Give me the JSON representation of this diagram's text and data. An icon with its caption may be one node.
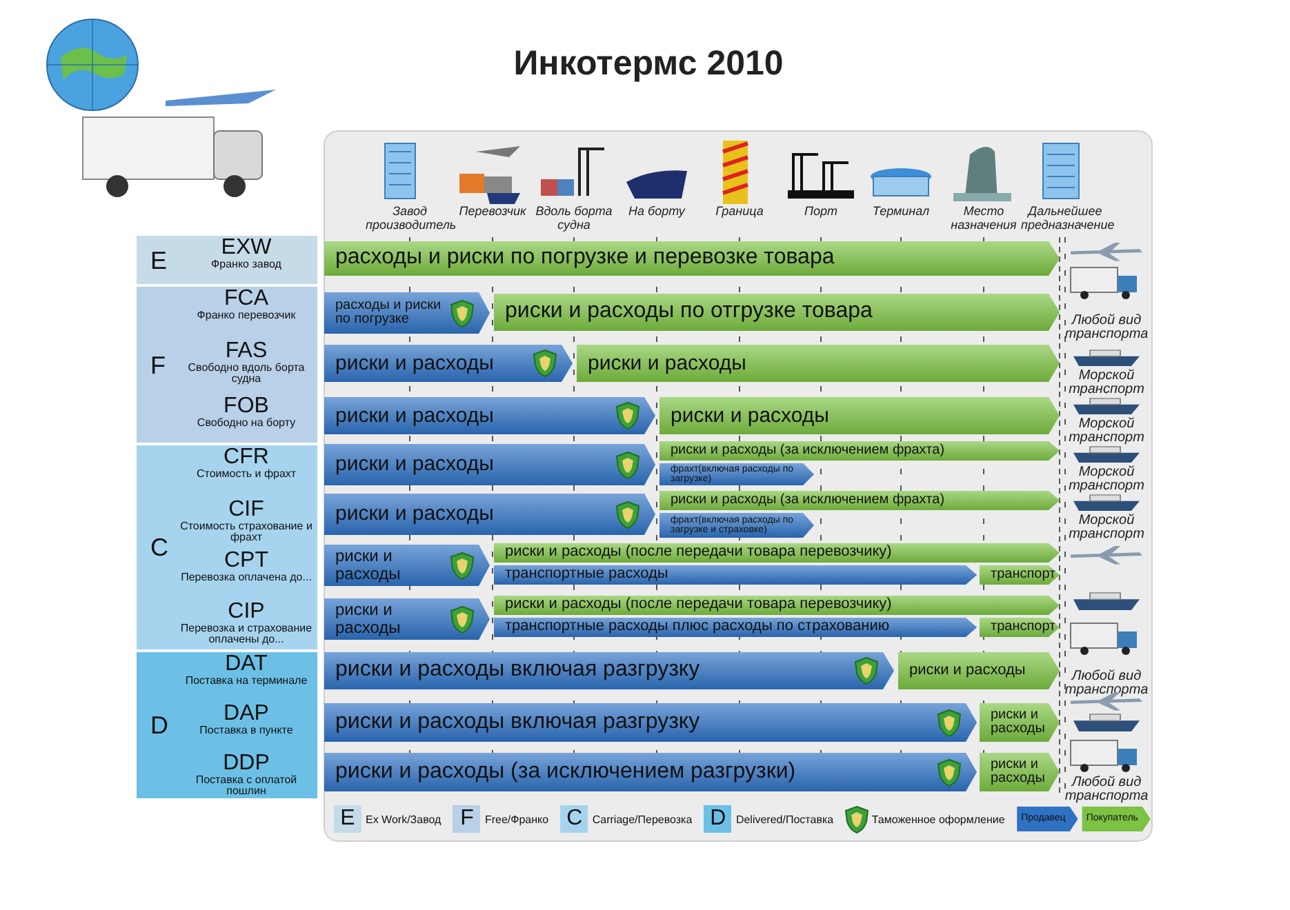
{
  "diagram": {
    "title": "Инкотермс 2010",
    "nodes": [
      {
        "text": [
          "E"
        ]
      },
      {
        "text": [
          "EXW",
          "Франко завод"
        ],
        "in": 0
      },
      {
        "text": [
          "F"
        ]
      },
      {
        "text": [
          "FCA",
          "Франко перевозчик"
        ],
        "in": 2
      },
      {
        "text": [
          "FAS",
          "Свободно вдоль борта судна"
        ],
        "in": 2
      },
      {
        "text": [
          "FOB",
          "Свободно на борту"
        ],
        "in": 2
      },
      {
        "text": [
          "C"
        ]
      },
      {
        "text": [
          "CFR",
          "Стоимость и фрахт"
        ],
        "in": 6
      },
      {
        "text": [
          "CIF",
          "Стоимость страхование и фрахт"
        ],
        "in": 6
      },
      {
        "text": [
          "CPT",
          "Перевозка оплачена до..."
        ],
        "in": 6
      },
      {
        "text": [
          "CIP",
          "Перевозка и страхование оплачены до..."
        ],
        "in": 6
      },
      {
        "text": [
          "D"
        ]
      },
      {
        "text": [
          "DAT",
          "Поставка на терминале"
        ],
        "in": 11
      },
      {
        "text": [
          "DAP",
          "Поставка в пункте"
        ],
        "in": 11
      },
      {
        "text": [
          "DDP",
          "Поставка с оплатой пошлин"
        ],
        "in": 11
      },
      {
        "text": [
          "расходы и риски по погрузке и перевозке товара"
        ]
      },
      {
        "text": [
          "расходы и риски по погрузке"
        ]
      },
      {
        "text": [],
        "shape": "shield",
        "in": 16
      },
      {
        "text": [
          "риски и расходы по отгрузке товара"
        ]
      },
      {
        "text": [
          "риски и расходы"
        ]
      },
      {
        "text": [],
        "shape": "shield",
        "in": 19
      },
      {
        "text": [
          "риски и расходы"
        ]
      },
      {
        "text": [
          "риски и расходы"
        ]
      },
      {
        "text": [],
        "shape": "shield",
        "in": 22
      },
      {
        "text": [
          "риски и расходы"
        ]
      },
      {
        "text": [
          "риски и расходы"
        ]
      },
      {
        "text": [],
        "shape": "shield",
        "in": 25
      },
      {
        "text": [
          "риски и расходы (за исключением фрахта)"
        ]
      },
      {
        "text": [
          "фрахт(включая расходы по загрузке)"
        ]
      },
      {
        "text": [
          "риски и расходы"
        ]
      },
      {
        "text": [],
        "shape": "shield",
        "in": 29
      },
      {
        "text": [
          "риски и расходы (за исключением фрахта)"
        ]
      },
      {
        "text": [
          "фрахт(включая расходы по загрузке и страховке)"
        ]
      },
      {
        "text": [
          "риски и расходы"
        ]
      },
      {
        "text": [],
        "shape": "shield",
        "in": 33
      },
      {
        "text": [
          "риски и расходы (после передачи товара перевозчику)"
        ]
      },
      {
        "text": [
          "транспортные расходы"
        ]
      },
      {
        "text": [
          "транспорт"
        ]
      },
      {
        "text": [
          "риски и расходы"
        ]
      },
      {
        "text": [],
        "shape": "shield",
        "in": 38
      },
      {
        "text": [
          "риски и расходы (после передачи товара перевозчику)"
        ]
      },
      {
        "text": [
          "транспортные расходы плюс расходы по страхованию"
        ]
      },
      {
        "text": [
          "транспорт"
        ]
      },
      {
        "text": [
          "риски и расходы включая разгрузку"
        ]
      },
      {
        "text": [],
        "shape": "shield",
        "in": 43
      },
      {
        "text": [
          "риски и расходы"
        ]
      },
      {
        "text": [
          "риски и расходы включая разгрузку"
        ]
      },
      {
        "text": [],
        "shape": "shield",
        "in": 46
      },
      {
        "text": [
          "риски и расходы"
        ]
      },
      {
        "text": [
          "риски и расходы (за исключением разгрузки)"
        ]
      },
      {
        "text": [],
        "shape": "shield",
        "in": 49
      },
      {
        "text": [
          "риски и расходы"
        ]
      }
    ],
    "labels": [
      "Завод производитель",
      "Перевозчик",
      "Вдоль борта судна",
      "На борту",
      "Граница",
      "Порт",
      "Терминал",
      "Место назначения",
      "Дальнейшее предназначение",
      "Любой вид транспорта",
      "Морской транспорт",
      "Морской транспорт",
      "Морской транспорт",
      "Морской транспорт",
      "Любой вид транспорта",
      "Любой вид транспорта",
      "E",
      "F",
      "C",
      "D"
    ],
    "legend": [
      {
        "text": "Ex Work/Завод",
        "color": "#c6dbe8"
      },
      {
        "text": "Free/Франко",
        "color": "#b8d0e8"
      },
      {
        "text": "Carriage/Перевозка",
        "color": "#a6d4ee"
      },
      {
        "text": "Delivered/Поставка",
        "color": "#6cc0e6"
      },
      {
        "text": "Таможенное оформление"
      },
      {
        "text": "Продавец",
        "color": "#2f72c4"
      },
      {
        "text": "Покупатель",
        "color": "#7cc243"
      }
    ]
  }
}
